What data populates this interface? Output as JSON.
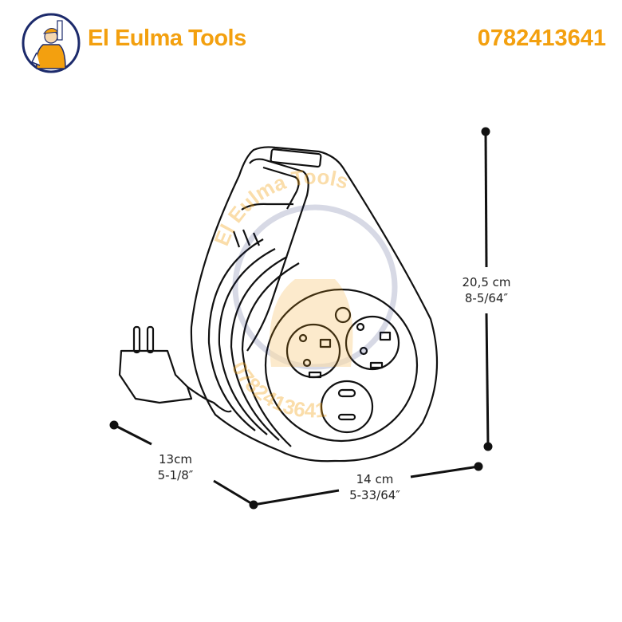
{
  "header": {
    "brand_name": "El Eulma Tools",
    "phone": "0782413641",
    "accent_color": "#f3a00f",
    "logo_color": "#1c2a6b"
  },
  "watermark": {
    "name": "El Eulma Tools",
    "phone": "0782413641"
  },
  "dimensions": {
    "height_cm": "20,5 cm",
    "height_in": "8-5/64″",
    "width_cm": "14 cm",
    "width_in": "5-33/64″",
    "depth_cm": "13cm",
    "depth_in": "5-1/8″"
  }
}
